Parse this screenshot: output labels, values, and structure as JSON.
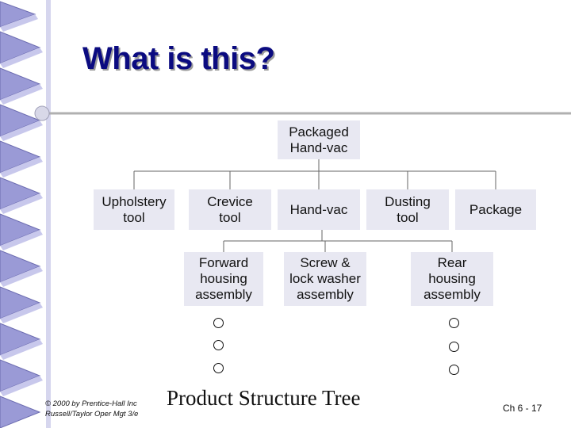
{
  "slide": {
    "title": "What is this?",
    "caption": "Product Structure Tree",
    "copyright_line1": "© 2000 by Prentice-Hall Inc",
    "copyright_line2": "Russell/Taylor  Oper Mgt 3/e",
    "page_number": "Ch 6 - 17"
  },
  "tree": {
    "root": "Packaged\nHand-vac",
    "level1": [
      "Upholstery\ntool",
      "Crevice\ntool",
      "Hand-vac",
      "Dusting\ntool",
      "Package"
    ],
    "level2": [
      "Forward\nhousing\nassembly",
      "Screw &\nlock washer\nassembly",
      "Rear\nhousing\nassembly"
    ]
  },
  "colors": {
    "title": "#0b0b80",
    "box_fill": "#e8e8f2",
    "left_band": "#9a9ad6"
  }
}
